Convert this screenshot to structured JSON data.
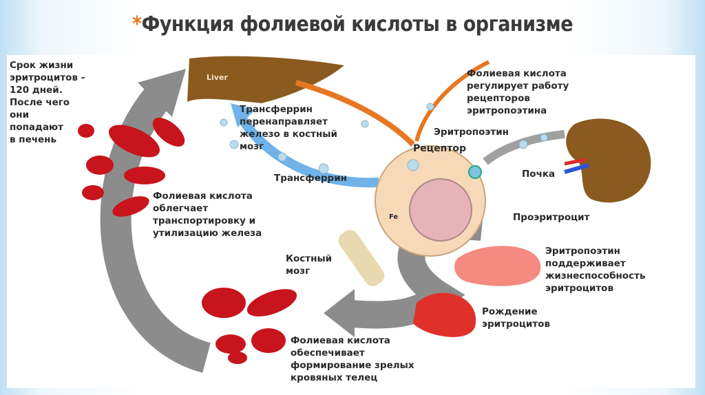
{
  "title": {
    "asterisk": "*",
    "text": "Функция фолиевой кислоты в организме"
  },
  "labels": {
    "lifespan": "Срок жизни\nэритроцитов -\n120 дней.\nПосле чего\nони\nпопадают\nв печень",
    "liver": "Liver",
    "transferrin_redirect": "Трансферрин\nперенаправляет\nжелезо в костный\nмозг",
    "folic_regulates": "Фолиевая кислота\nрегулирует работу\nрецепторов\nэритропоэтина",
    "erythropoietin": "Эритропоэтин",
    "receptor": "Рецептор",
    "kidney": "Почка",
    "transferrin": "Трансферрин",
    "fe": "Fe",
    "folic_transport": "Фолиевая кислота\nоблегчает\nтранспортировку и\nутилизацию железа",
    "proerythrocyte": "Проэритроцит",
    "bone_marrow": "Костный\nмозг",
    "epo_supports": "Эритропоэтин\nподдерживает\nжизнеспособность\nэритроцитов",
    "birth": "Рождение\nэритроцитов",
    "folic_mature": "Фолиевая кислота\nобеспечивает\nформирование зрелых\nкровяных телец"
  },
  "colors": {
    "accent": "#e87722",
    "blood": "#c8141c",
    "liver": "#8a5a1e",
    "cell": "#f7d9b8"
  }
}
